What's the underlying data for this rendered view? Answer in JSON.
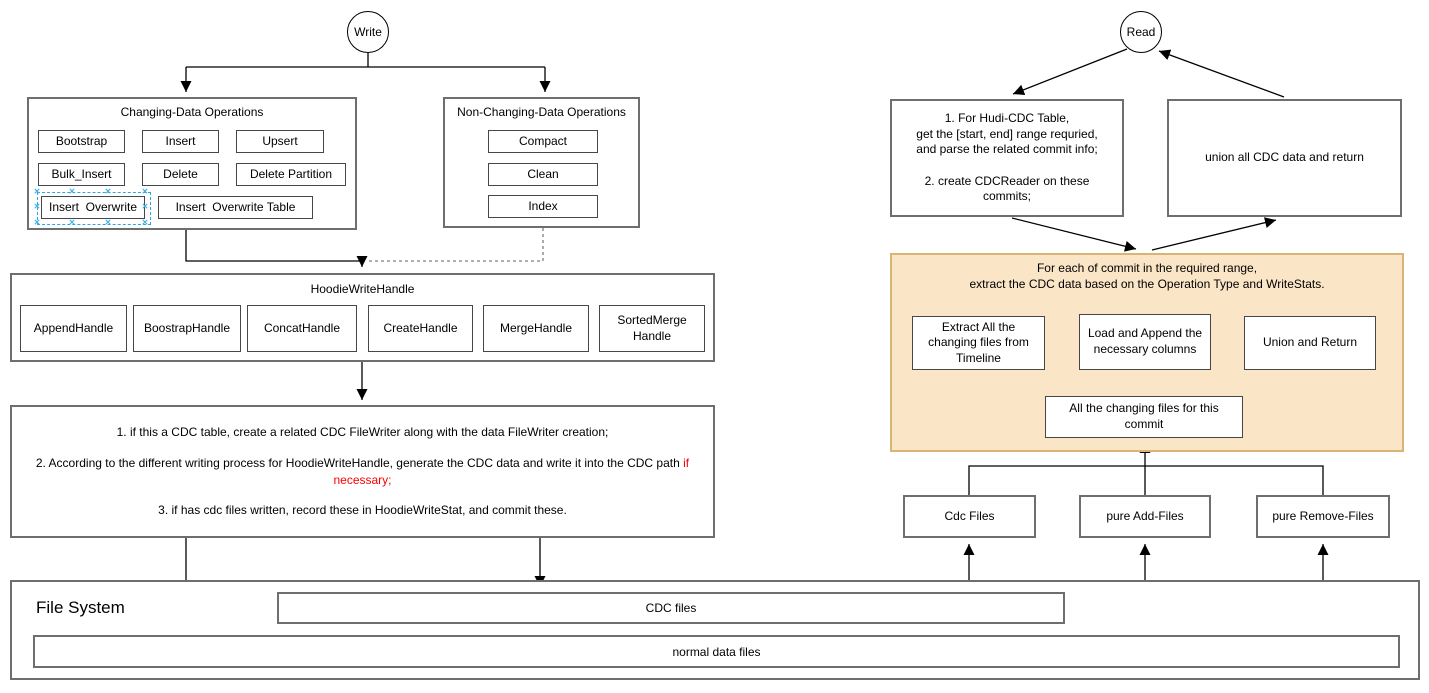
{
  "write": {
    "node_label": "Write",
    "changing": {
      "title": "Changing-Data Operations",
      "items": [
        "Bootstrap",
        "Insert",
        "Upsert",
        "Bulk_Insert",
        "Delete",
        "Delete Partition",
        "Insert  Overwrite",
        "Insert  Overwrite Table"
      ]
    },
    "non_changing": {
      "title": "Non-Changing-Data Operations",
      "items": [
        "Compact",
        "Clean",
        "Index"
      ]
    },
    "write_handle": {
      "title": "HoodieWriteHandle",
      "items": [
        "AppendHandle",
        "BoostrapHandle",
        "ConcatHandle",
        "CreateHandle",
        "MergeHandle",
        "SortedMerge\nHandle"
      ]
    },
    "steps": {
      "step1": "1. if this a CDC table, create a related CDC FileWriter along with the data FileWriter creation;",
      "step2_prefix": "2. According to the different writing process for HoodieWriteHandle, generate the CDC data and write it into the CDC path ",
      "step2_red": "if necessary;",
      "step3": "3. if has cdc files written, record these in HoodieWriteStat, and commit these."
    }
  },
  "read": {
    "node_label": "Read",
    "prepare_box": "1. For Hudi-CDC Table,\nget the [start, end] range requried,\nand parse the related commit info;\n\n2. create CDCReader on these\ncommits;",
    "union_return_box": "union all CDC data and return",
    "per_commit": {
      "title": "For each of commit in the required range,\nextract the CDC data based on the Operation Type and WriteStats.",
      "extract_box": "Extract All the changing files from Timeline",
      "load_box": "Load and Append the necessary columns",
      "union_box": "Union and Return",
      "changing_files_box": "All the changing files for this commit"
    },
    "file_boxes": [
      "Cdc Files",
      "pure Add-Files",
      "pure Remove-Files"
    ]
  },
  "filesystem": {
    "label": "File System",
    "cdc_box": "CDC files",
    "normal_box": "normal data files"
  },
  "colors": {
    "highlight_red": "#FF0000",
    "orange_fill": "#FBE5C7",
    "orange_border": "#D8B572",
    "selection_blue": "#29A8E0"
  }
}
